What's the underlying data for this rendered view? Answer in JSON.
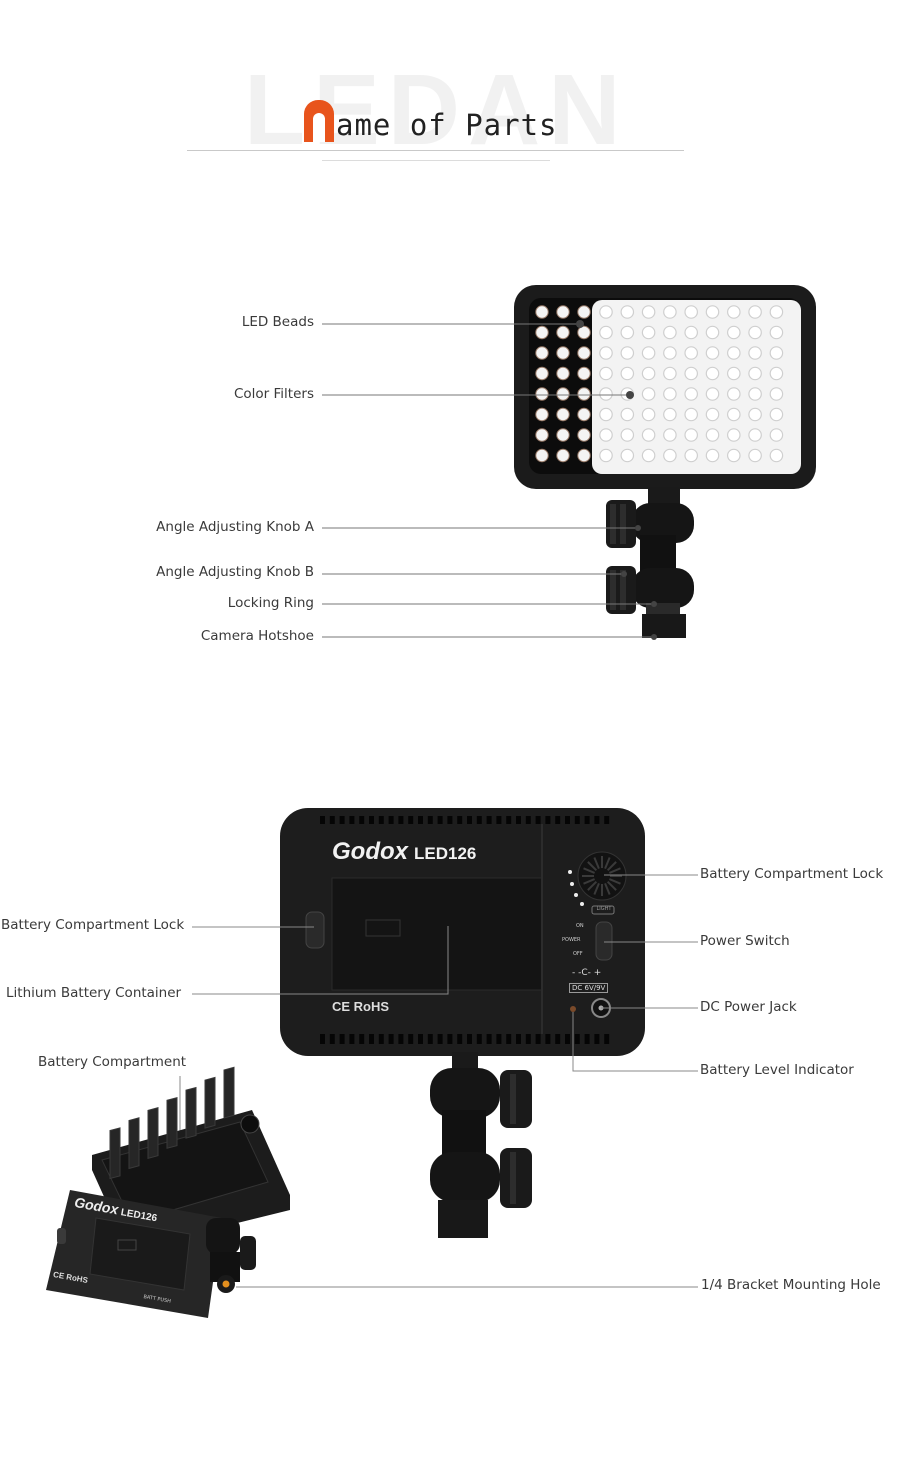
{
  "header": {
    "watermark": "LEDAN",
    "title_rest": "ame of Parts",
    "accent_color": "#e8541c"
  },
  "front": {
    "labels": [
      "LED Beads",
      "Color Filters",
      "Angle Adjusting Knob A",
      "Angle Adjusting Knob B",
      "Locking Ring",
      "Camera Hotshoe"
    ]
  },
  "back": {
    "brand": "Godox",
    "model": "LED126",
    "cert": "CE RoHS",
    "power_on": "ON",
    "power_label": "POWER",
    "power_off": "OFF",
    "dc_label": "DC 6V/9V",
    "polarity": "- -C- +",
    "light_label": "LIGHT",
    "labels_right": [
      "Battery Compartment Lock",
      "Power Switch",
      "DC Power Jack",
      "Battery Level Indicator"
    ],
    "labels_left": [
      "Battery Compartment Lock",
      "Lithium Battery Container",
      "Battery Compartment"
    ],
    "bracket_label": "1/4 Bracket Mounting Hole"
  },
  "inset": {
    "brand": "Godox",
    "model": "LED126",
    "cert": "CE RoHS",
    "arrow_label": "BATT PUSH"
  }
}
